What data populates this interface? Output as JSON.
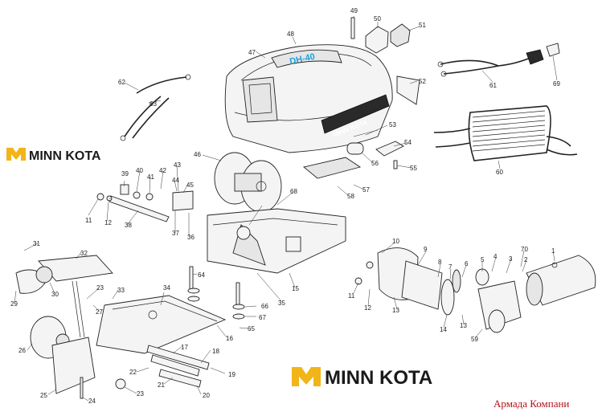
{
  "brand": {
    "logo_top_text": "MINN KOTA",
    "logo_bottom_text": "MINN KOTA",
    "logo_color": "#f2b519",
    "cover_label": "DH-40",
    "cover_side_text": "MINN KOTA"
  },
  "watermark": "Армада Компани",
  "callouts": [
    "1",
    "2",
    "3",
    "4",
    "5",
    "6",
    "7",
    "8",
    "9",
    "10",
    "11",
    "11",
    "12",
    "12",
    "13",
    "13",
    "14",
    "15",
    "16",
    "17",
    "18",
    "19",
    "20",
    "21",
    "22",
    "23",
    "23",
    "24",
    "25",
    "26",
    "27",
    "29",
    "30",
    "31",
    "32",
    "33",
    "34",
    "35",
    "36",
    "37",
    "38",
    "39",
    "40",
    "41",
    "42",
    "43",
    "44",
    "45",
    "46",
    "47",
    "48",
    "49",
    "50",
    "51",
    "52",
    "53",
    "54",
    "55",
    "56",
    "57",
    "58",
    "59",
    "60",
    "61",
    "62",
    "63",
    "64",
    "65",
    "66",
    "67",
    "68",
    "69",
    "70"
  ]
}
